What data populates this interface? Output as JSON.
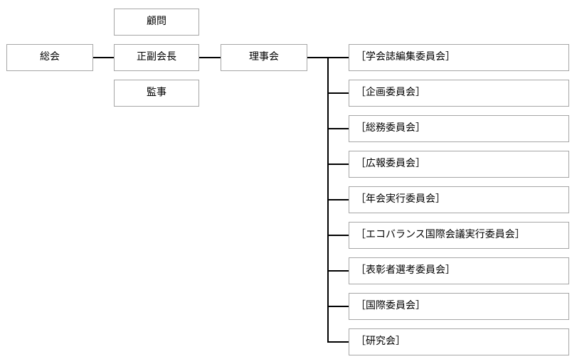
{
  "chart": {
    "title_nodes": {
      "assembly": "総会",
      "advisor": "顧問",
      "president": "正副会長",
      "auditor": "監事",
      "board": "理事会"
    },
    "left_column": [
      {
        "label": "総会",
        "name": "node-general-assembly"
      }
    ],
    "middle_column": [
      {
        "label": "顧問",
        "name": "node-advisor"
      },
      {
        "label": "正副会長",
        "name": "node-president-vice-president"
      },
      {
        "label": "監事",
        "name": "node-auditor"
      }
    ],
    "board_column": [
      {
        "label": "理事会",
        "name": "node-board-of-directors"
      }
    ],
    "committees": [
      {
        "label": "［学会誌編集委員会］",
        "name": "node-committee-journal-editing"
      },
      {
        "label": "［企画委員会］",
        "name": "node-committee-planning"
      },
      {
        "label": "［総務委員会］",
        "name": "node-committee-general-affairs"
      },
      {
        "label": "［広報委員会］",
        "name": "node-committee-public-relations"
      },
      {
        "label": "［年会実行委員会］",
        "name": "node-committee-annual-meeting"
      },
      {
        "label": "［エコバランス国際会議実行委員会］",
        "name": "node-committee-ecobalance-conference"
      },
      {
        "label": "［表彰者選考委員会］",
        "name": "node-committee-award-selection"
      },
      {
        "label": "［国際委員会］",
        "name": "node-committee-international"
      },
      {
        "label": "［研究会］",
        "name": "node-committee-research-group"
      }
    ],
    "colors": {
      "box_border": "#a6a6a6",
      "connector": "#000000",
      "text": "#000000",
      "background": "#ffffff"
    }
  }
}
